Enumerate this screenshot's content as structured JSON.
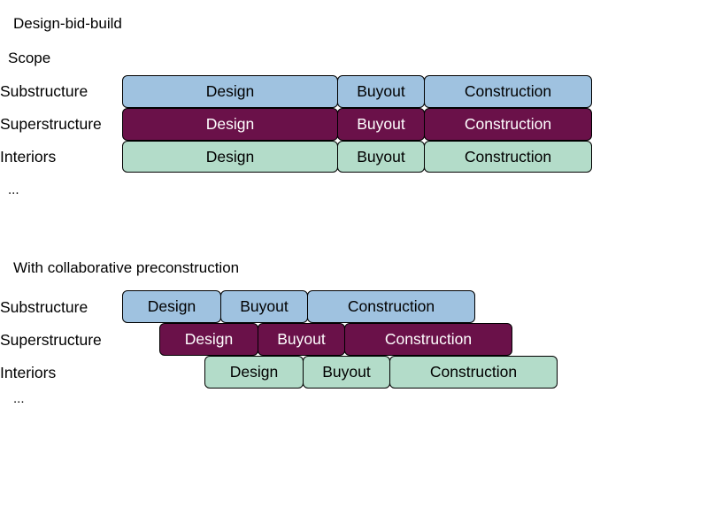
{
  "section1": {
    "title": "Design-bid-build",
    "scope_label": "Scope",
    "rows": [
      {
        "label": "Substructure",
        "color": "#9fc2e0",
        "phases": [
          "Design",
          "Buyout",
          "Construction"
        ]
      },
      {
        "label": "Superstructure",
        "color": "#6a1149",
        "phases": [
          "Design",
          "Buyout",
          "Construction"
        ]
      },
      {
        "label": "Interiors",
        "color": "#b3dcc9",
        "phases": [
          "Design",
          "Buyout",
          "Construction"
        ]
      }
    ],
    "ellipsis": "..."
  },
  "section2": {
    "title": "With collaborative preconstruction",
    "rows": [
      {
        "label": "Substructure",
        "color": "#9fc2e0",
        "phases": [
          "Design",
          "Buyout",
          "Construction"
        ]
      },
      {
        "label": "Superstructure",
        "color": "#6a1149",
        "phases": [
          "Design",
          "Buyout",
          "Construction"
        ]
      },
      {
        "label": "Interiors",
        "color": "#b3dcc9",
        "phases": [
          "Design",
          "Buyout",
          "Construction"
        ]
      }
    ],
    "ellipsis": "..."
  }
}
